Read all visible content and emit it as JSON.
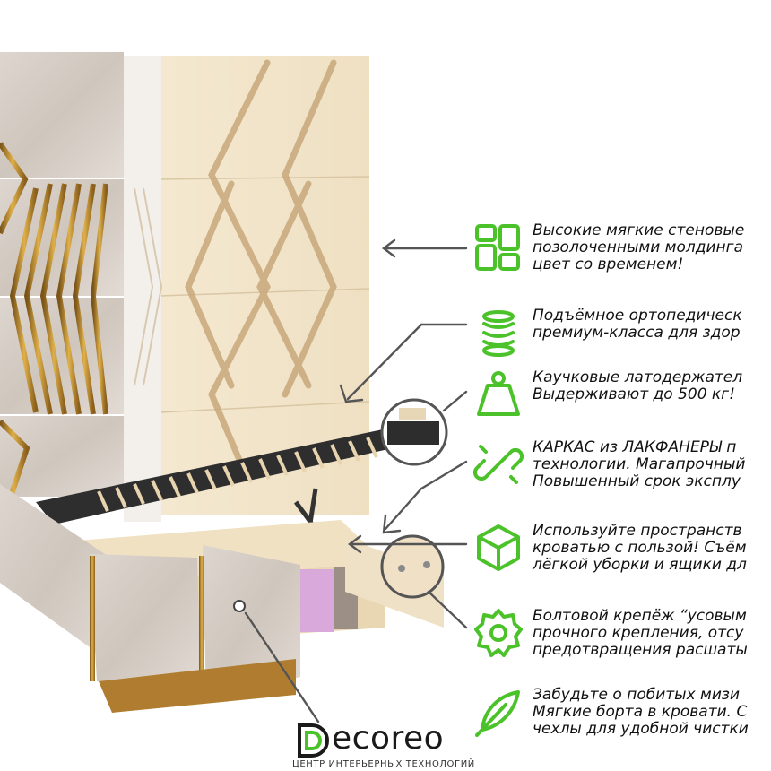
{
  "features": [
    {
      "icon": "layout-grid-icon",
      "lines": [
        "Высокие мягкие стеновые",
        "позолоченными молдинга",
        "цвет со временем!"
      ]
    },
    {
      "icon": "spring-coil-icon",
      "lines": [
        "Подъёмное ортопедическ",
        "премиум-класса для здор"
      ]
    },
    {
      "icon": "weight-icon",
      "lines": [
        "Каучковые латодержател",
        "Выдерживают до 500 кг!"
      ]
    },
    {
      "icon": "chain-link-icon",
      "lines": [
        "КАРКАС из ЛАКФАНЕРЫ п",
        "технологии. Магапрочный",
        "Повышенный срок эксплу"
      ]
    },
    {
      "icon": "box-cube-icon",
      "lines": [
        "Используйте пространств",
        "кроватью с пользой! Съём",
        "лёгкой уборки и ящики дл"
      ]
    },
    {
      "icon": "gear-bolt-icon",
      "lines": [
        "Болтовой крепёж “усовым",
        "прочного крепления, отсу",
        "предотвращения расшаты"
      ]
    },
    {
      "icon": "feather-leaf-icon",
      "lines": [
        "Забудьте о побитых мизи",
        "Мягкие борта в кровати. С",
        "чехлы для удобной чистки"
      ]
    }
  ],
  "brand": {
    "name": "ecoreo",
    "tagline": "ЦЕНТР ИНТЕРЬЕРНЫХ ТЕХНОЛОГИЙ"
  },
  "colors": {
    "accent_green": "#4cc22a",
    "gold": "#b8862b",
    "velvet": "#d9d2ca",
    "wood": "#f1e3c8",
    "lilac": "#d9a9dc",
    "frame": "#2b2b2b"
  }
}
